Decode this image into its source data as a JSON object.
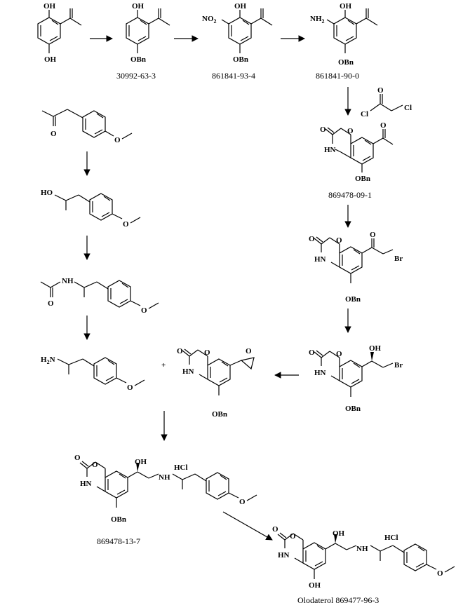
{
  "labels": {
    "oh": "OH",
    "obn": "OBn",
    "no2": "NO",
    "no2_sub": "2",
    "nh2": "NH",
    "nh2_sub": "2",
    "h2n": "H",
    "h2n_sub": "2",
    "h2n_n": "N",
    "o": "O",
    "cl": "Cl",
    "hn": "HN",
    "nh": "NH",
    "br": "Br",
    "ho": "HO",
    "hcl": "HCl",
    "plus": "+"
  },
  "cas": {
    "c1": "30992-63-3",
    "c2": "861841-93-4",
    "c3": "861841-90-0",
    "c4": "869478-09-1",
    "c5": "869478-13-7",
    "final": "Olodaterol 869477-96-3"
  }
}
